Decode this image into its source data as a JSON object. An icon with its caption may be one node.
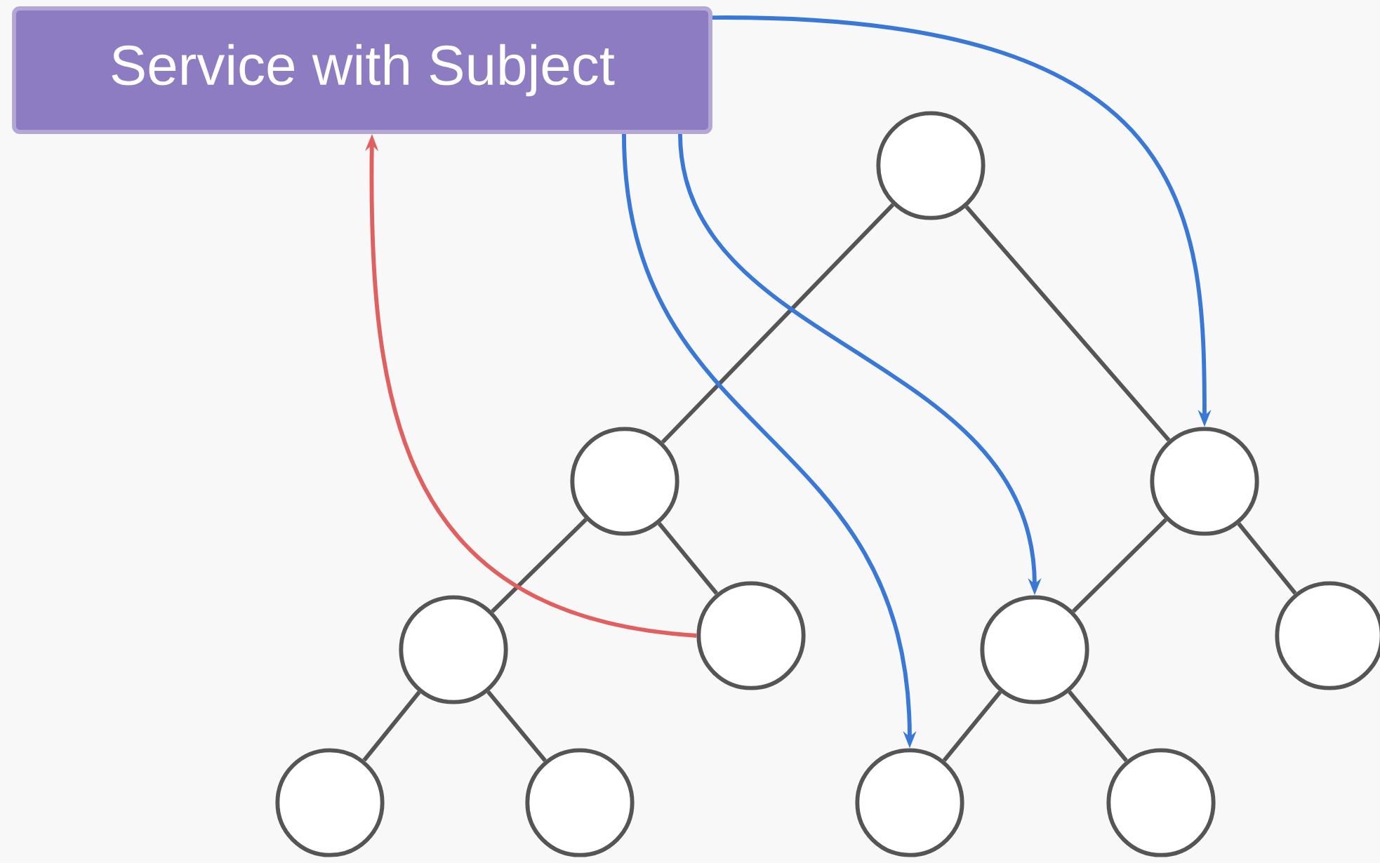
{
  "diagram": {
    "nodes": [
      {
        "text": [
          "Service with Subject"
        ]
      },
      {
        "text": [],
        "shape": "circle"
      },
      {
        "text": [],
        "shape": "circle"
      },
      {
        "text": [],
        "shape": "circle"
      },
      {
        "text": [],
        "shape": "circle"
      },
      {
        "text": [],
        "shape": "circle"
      },
      {
        "text": [],
        "shape": "circle"
      },
      {
        "text": [],
        "shape": "circle"
      },
      {
        "text": [],
        "shape": "circle"
      },
      {
        "text": [],
        "shape": "circle"
      },
      {
        "text": [],
        "shape": "circle"
      },
      {
        "text": [],
        "shape": "circle"
      }
    ],
    "edges": [
      {
        "from": 1,
        "to": 2,
        "arrow": "none"
      },
      {
        "from": 1,
        "to": 3,
        "arrow": "none"
      },
      {
        "from": 2,
        "to": 4,
        "arrow": "none"
      },
      {
        "from": 2,
        "to": 5,
        "arrow": "none"
      },
      {
        "from": 4,
        "to": 8,
        "arrow": "none"
      },
      {
        "from": 4,
        "to": 9,
        "arrow": "none"
      },
      {
        "from": 3,
        "to": 6,
        "arrow": "none"
      },
      {
        "from": 3,
        "to": 7,
        "arrow": "none"
      },
      {
        "from": 6,
        "to": 10,
        "arrow": "none"
      },
      {
        "from": 6,
        "to": 11,
        "arrow": "none"
      },
      {
        "from": 0,
        "to": 3,
        "arrow": "to",
        "color": "#3a78d8"
      },
      {
        "from": 0,
        "to": 6,
        "arrow": "to",
        "color": "#3a78d8"
      },
      {
        "from": 0,
        "to": 10,
        "arrow": "to",
        "color": "#3a78d8"
      },
      {
        "from": 5,
        "to": 0,
        "arrow": "to",
        "color": "#e06060"
      }
    ]
  }
}
